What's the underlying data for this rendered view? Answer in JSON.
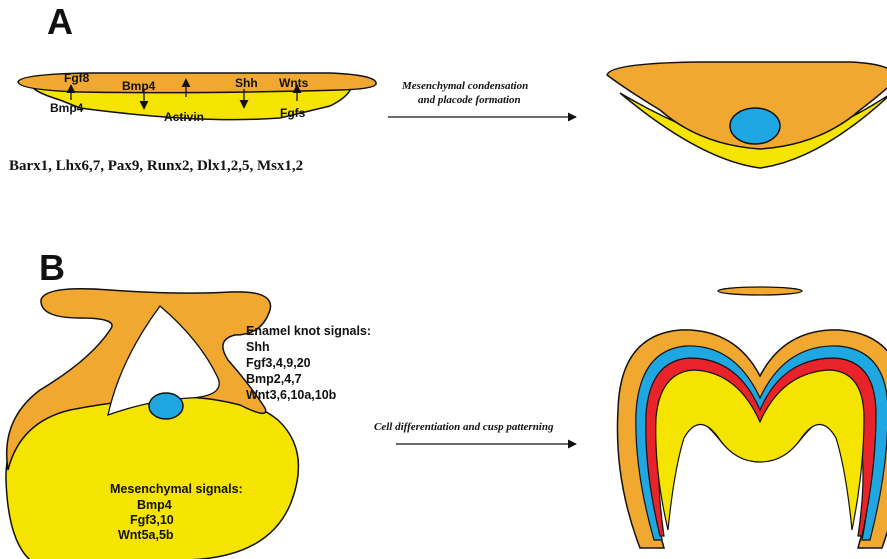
{
  "panels": {
    "a": {
      "label": "A",
      "signals": {
        "fgf8": "Fgf8",
        "bmp4_top": "Bmp4",
        "shh": "Shh",
        "wnts": "Wnts",
        "bmp4_bottom": "Bmp4",
        "activin": "Activin",
        "fgfs": "Fgfs"
      },
      "transcription_factors": "Barx1, Lhx6,7, Pax9, Runx2, Dlx1,2,5, Msx1,2",
      "arrow_caption_1": "Mesenchymal condensation",
      "arrow_caption_2": "and placode formation"
    },
    "b": {
      "label": "B",
      "enamel_knot": {
        "title": "Enamel knot signals:",
        "items": [
          "Shh",
          "Fgf3,4,9,20",
          "Bmp2,4,7",
          "Wnt3,6,10a,10b"
        ]
      },
      "mesenchymal": {
        "title": "Mesenchymal signals:",
        "items": [
          "Bmp4",
          "Fgf3,10",
          "Wnt5a,5b"
        ]
      },
      "arrow_caption": "Cell differentiation and cusp patterning"
    }
  },
  "colors": {
    "epithelium": "#f0a830",
    "mesenchyme": "#f5e400",
    "signaling_center": "#1ea7e0",
    "odontoblast": "#e8232a"
  }
}
